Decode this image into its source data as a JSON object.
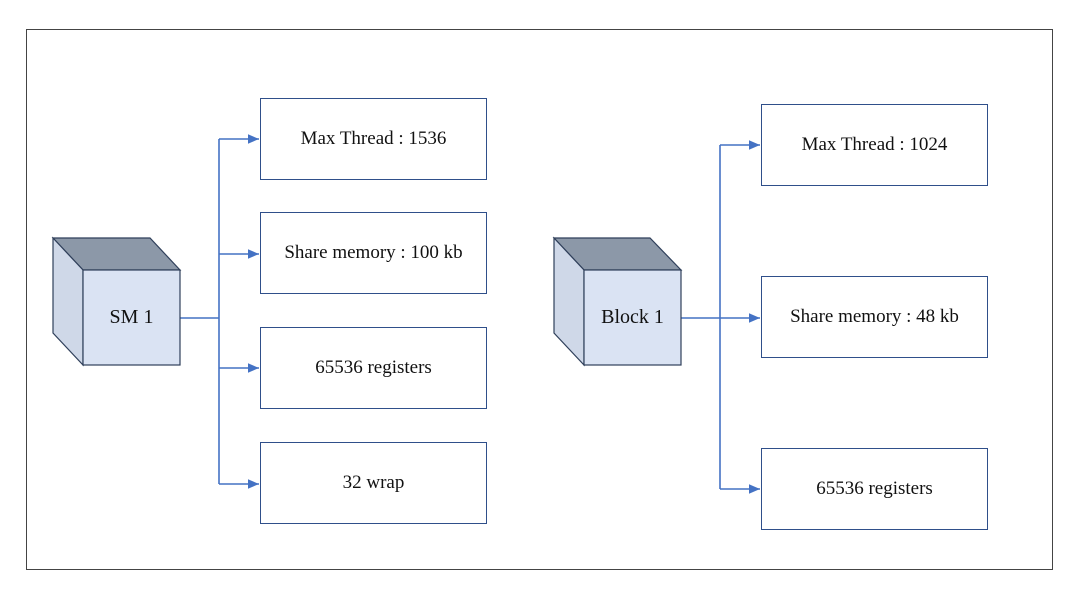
{
  "left_group": {
    "node": "SM 1",
    "items": [
      "Max Thread : 1536",
      "Share memory : 100 kb",
      "65536 registers",
      "32 wrap"
    ]
  },
  "right_group": {
    "node": "Block 1",
    "items": [
      "Max Thread : 1024",
      "Share memory : 48 kb",
      "65536 registers"
    ]
  },
  "colors": {
    "connector": "#4472c4",
    "cube_front": "#dae3f3",
    "cube_top": "#8c98a8",
    "cube_side": "#cfd8e8",
    "box_border": "#2f4f8a"
  }
}
